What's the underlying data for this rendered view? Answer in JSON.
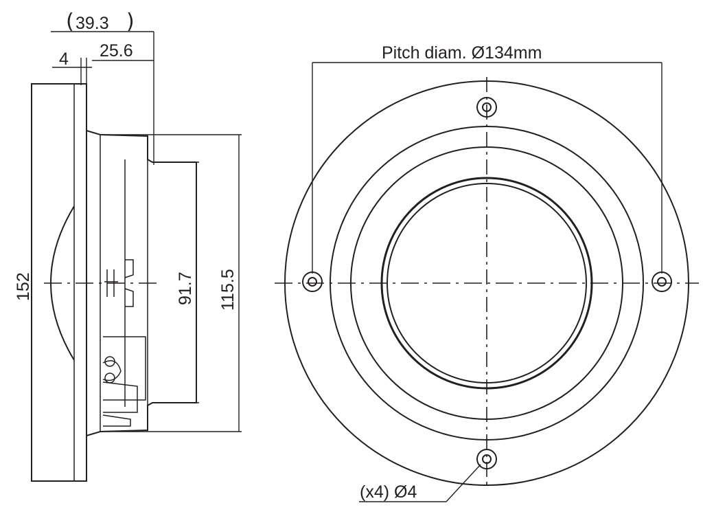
{
  "side_view": {
    "depth_total": "39.3",
    "depth_rear": "25.6",
    "flange_thickness": "4",
    "outer_diameter": "152",
    "magnet_diameter": "91.7",
    "basket_diameter": "115.5"
  },
  "front_view": {
    "pitch_label": "Pitch diam. Ø134mm",
    "holes_label": "(x4) Ø4"
  }
}
